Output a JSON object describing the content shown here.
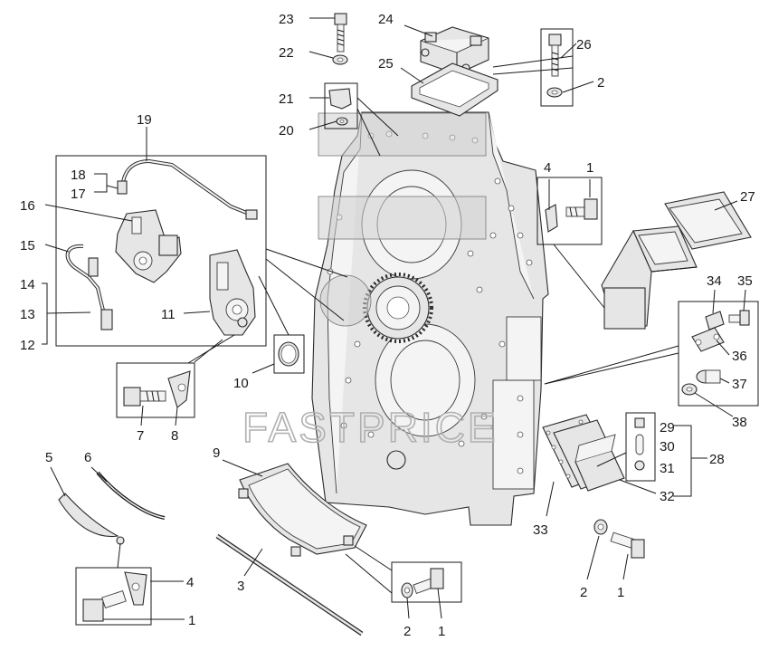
{
  "watermark": "FASTPRICE",
  "callouts": [
    {
      "id": "c23a",
      "text": "23"
    },
    {
      "id": "c22a",
      "text": "22"
    },
    {
      "id": "c21",
      "text": "21"
    },
    {
      "id": "c20",
      "text": "20"
    },
    {
      "id": "c24",
      "text": "24"
    },
    {
      "id": "c25",
      "text": "25"
    },
    {
      "id": "c26",
      "text": "26"
    },
    {
      "id": "c2a",
      "text": "2"
    },
    {
      "id": "c19",
      "text": "19"
    },
    {
      "id": "c18",
      "text": "18"
    },
    {
      "id": "c17",
      "text": "17"
    },
    {
      "id": "c16",
      "text": "16"
    },
    {
      "id": "c15",
      "text": "15"
    },
    {
      "id": "c14",
      "text": "14"
    },
    {
      "id": "c13",
      "text": "13"
    },
    {
      "id": "c12",
      "text": "12"
    },
    {
      "id": "c11",
      "text": "11"
    },
    {
      "id": "c10",
      "text": "10"
    },
    {
      "id": "c7",
      "text": "7"
    },
    {
      "id": "c8",
      "text": "8"
    },
    {
      "id": "c4a",
      "text": "4"
    },
    {
      "id": "c1a",
      "text": "1"
    },
    {
      "id": "c27",
      "text": "27"
    },
    {
      "id": "c34",
      "text": "34"
    },
    {
      "id": "c35",
      "text": "35"
    },
    {
      "id": "c36",
      "text": "36"
    },
    {
      "id": "c37",
      "text": "37"
    },
    {
      "id": "c38",
      "text": "38"
    },
    {
      "id": "c29",
      "text": "29"
    },
    {
      "id": "c30",
      "text": "30"
    },
    {
      "id": "c31",
      "text": "31"
    },
    {
      "id": "c28",
      "text": "28"
    },
    {
      "id": "c32",
      "text": "32"
    },
    {
      "id": "c33",
      "text": "33"
    },
    {
      "id": "c2b",
      "text": "2"
    },
    {
      "id": "c1b",
      "text": "1"
    },
    {
      "id": "c5",
      "text": "5"
    },
    {
      "id": "c6",
      "text": "6"
    },
    {
      "id": "c9",
      "text": "9"
    },
    {
      "id": "c3",
      "text": "3"
    },
    {
      "id": "c4b",
      "text": "4"
    },
    {
      "id": "c1c",
      "text": "1"
    },
    {
      "id": "c2c",
      "text": "2"
    },
    {
      "id": "c1d",
      "text": "1"
    }
  ]
}
